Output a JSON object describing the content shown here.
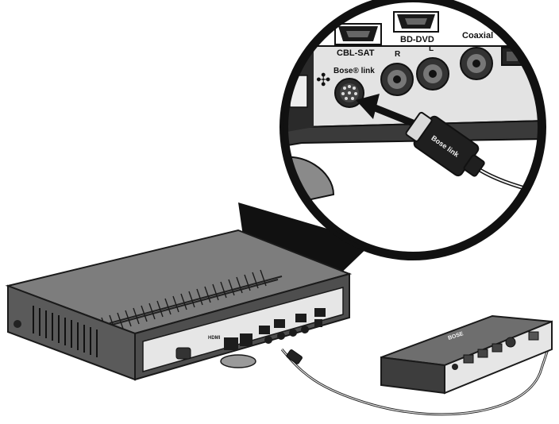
{
  "labels": {
    "hdmi_cbl_sat": "CBL-SAT",
    "hdmi_bd_dvd": "BD-DVD",
    "coaxial": "Coaxial",
    "bose_link_port": "Bose® link",
    "audio_r": "R",
    "audio_l": "L",
    "plug_label": "Bose link",
    "hdmi_small": "HDMI",
    "module_brand": "BOSE"
  },
  "colors": {
    "outline": "#1a1a1a",
    "console_top": "#7a7a7a",
    "console_front": "#5e5e5e",
    "panel_light": "#d9d9d9",
    "magnifier_fill": "#ffffff",
    "arrow": "#111111"
  }
}
